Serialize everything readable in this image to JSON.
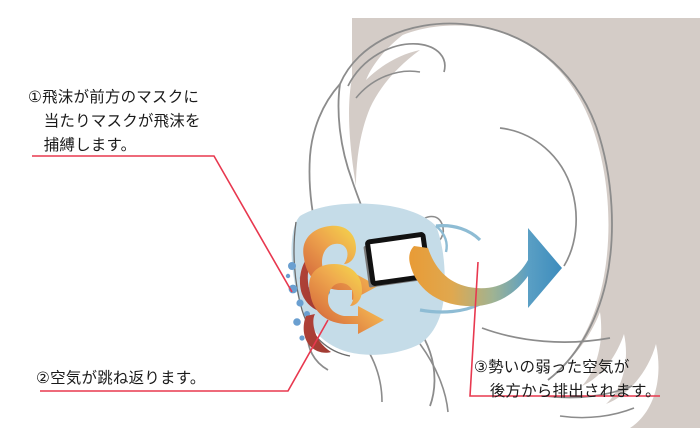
{
  "figure": {
    "type": "illustration-diagram",
    "subject": "Woman wearing a face mask with an attached air-purifying device, shown in profile",
    "background_color": "#ffffff"
  },
  "callouts": [
    {
      "id": "callout-1",
      "marker": "①",
      "text": "①飛沫が前方のマスクに\n　当たりマスクが飛沫を\n　捕縛します。",
      "line_color": "#e8384f"
    },
    {
      "id": "callout-2",
      "marker": "②",
      "text": "②空気が跳ね返ります。",
      "line_color": "#e8384f"
    },
    {
      "id": "callout-3",
      "marker": "③",
      "text": "③勢いの弱った空気が\n　後方から排出されます。",
      "line_color": "#e8384f"
    }
  ],
  "colors": {
    "hair": "#d4ccc7",
    "hair_outline": "#8c8c8c",
    "face_outline": "#8c8c8c",
    "mask_fill": "#c5dce8",
    "mask_strap": "#8ebcd4",
    "droplet": "#6a9fd0",
    "arrow_red": "#b03a3a",
    "arrow_orange": "#e8934a",
    "arrow_yellow": "#f5d74a",
    "arrow_blue": "#3f8fbe",
    "device_border": "#111111",
    "device_fill": "#ffffff",
    "device_shadow": "#7a7a7a",
    "leader_line": "#e8384f",
    "text": "#1a1a1a"
  },
  "elements": {
    "face_label": "woman-profile",
    "mask_label": "face-mask",
    "device_label": "mask-air-device",
    "droplets_label": "droplet-particles",
    "rebound_arrows_label": "rebounding-air-arrows",
    "exhaust_arrow_label": "rear-exhaust-arrow"
  }
}
